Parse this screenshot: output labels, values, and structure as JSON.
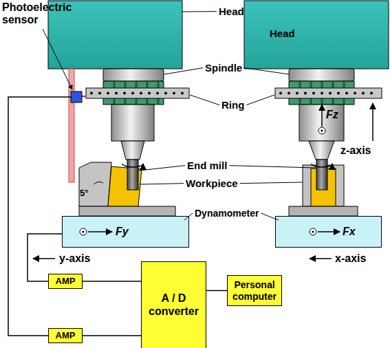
{
  "diagram": {
    "nodes": [
      {
        "text": [
          "Fy"
        ]
      },
      {
        "text": [
          "Fx"
        ]
      },
      {
        "text": [
          "AMP"
        ]
      },
      {
        "text": [
          "A / D converter"
        ]
      },
      {
        "text": [
          "Personal computer"
        ]
      },
      {
        "text": [
          "AMP"
        ]
      }
    ],
    "edges": [
      {
        "from": 0,
        "to": 2,
        "arrow": "none"
      },
      {
        "from": 2,
        "to": 3,
        "arrow": "none"
      },
      {
        "from": 3,
        "to": 4,
        "arrow": "none"
      },
      {
        "from": 5,
        "to": 3,
        "arrow": "none"
      }
    ],
    "labels": [
      "Photoelectric sensor",
      "Head",
      "Head",
      "Spindle",
      "Ring",
      "End mill",
      "Workpiece",
      "5°",
      "Dynamometer",
      "Fz",
      "z-axis",
      "y-axis",
      "x-axis"
    ]
  }
}
